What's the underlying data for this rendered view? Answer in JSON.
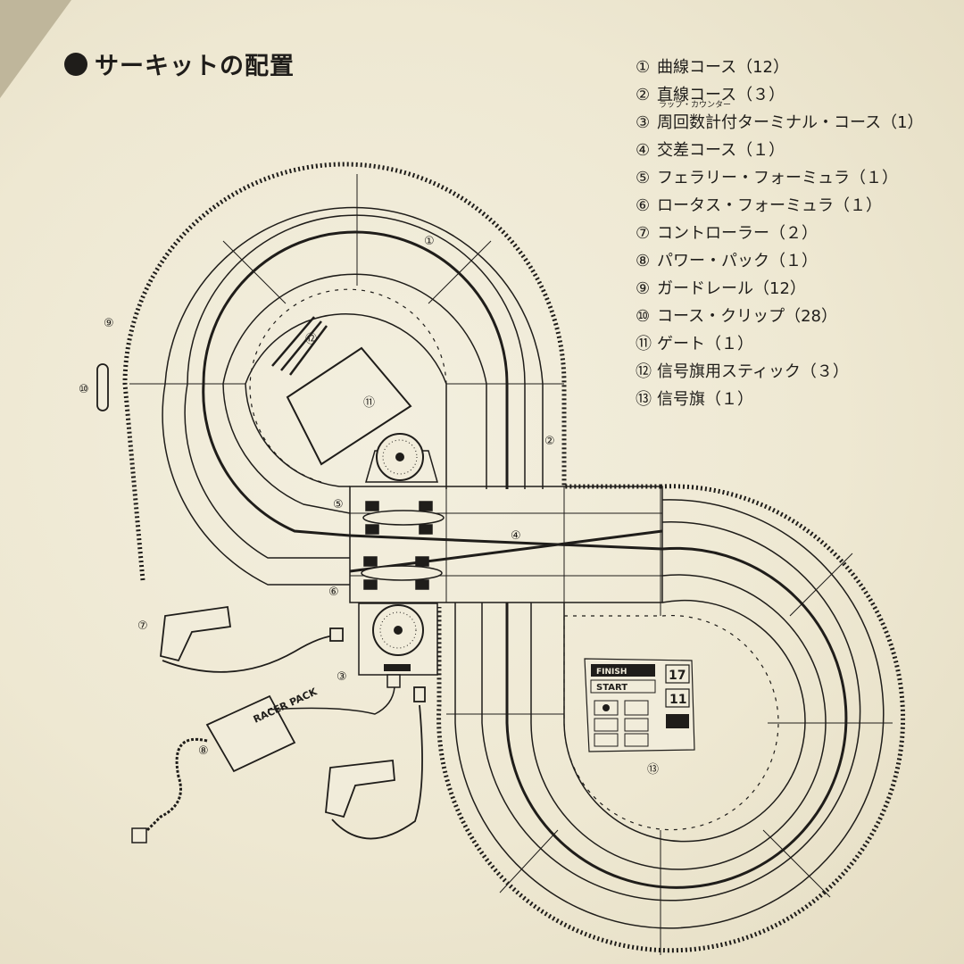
{
  "title": "サーキットの配置",
  "legend": [
    {
      "num": "①",
      "text": "曲線コース（12）"
    },
    {
      "num": "②",
      "text": "直線コース（３）"
    },
    {
      "num": "③",
      "text": "周回数計付ターミナル・コース（1）",
      "ruby": "ラップ・カウンター"
    },
    {
      "num": "④",
      "text": "交差コース（１）"
    },
    {
      "num": "⑤",
      "text": "フェラリー・フォーミュラ（１）"
    },
    {
      "num": "⑥",
      "text": "ロータス・フォーミュラ（１）"
    },
    {
      "num": "⑦",
      "text": "コントローラー（２）"
    },
    {
      "num": "⑧",
      "text": "パワー・パック（１）"
    },
    {
      "num": "⑨",
      "text": "ガードレール（12）"
    },
    {
      "num": "⑩",
      "text": "コース・クリップ（28）"
    },
    {
      "num": "⑪",
      "text": "ゲート（１）"
    },
    {
      "num": "⑫",
      "text": "信号旗用スティック（３）"
    },
    {
      "num": "⑬",
      "text": "信号旗（１）"
    }
  ],
  "callouts": [
    "①",
    "②",
    "③",
    "④",
    "⑤",
    "⑥",
    "⑦",
    "⑧",
    "⑨",
    "⑩",
    "⑪",
    "⑫",
    "⑬"
  ],
  "power_pack_label": "RACER PACK",
  "flag_board": {
    "finish": "FINISH",
    "start": "START",
    "number_top": "17",
    "number_bottom": "11"
  },
  "colors": {
    "ink": "#1f1d1a",
    "paper": "#f1ecda"
  }
}
